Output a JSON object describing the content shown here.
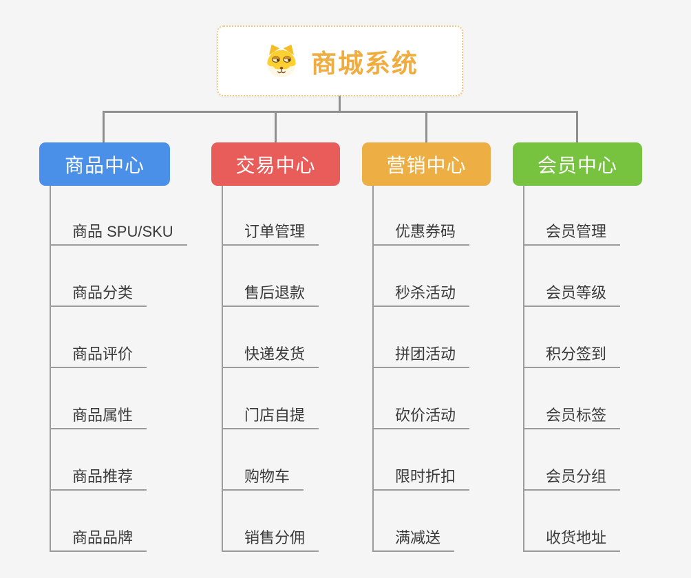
{
  "page": {
    "background": "#f5f5f6"
  },
  "root": {
    "title": "商城系统",
    "icon": "doge-icon",
    "text_color": "#efac41",
    "border_color": "#f3c77a"
  },
  "connector_color": "#8f8f8f",
  "item_line_color": "#9b9b9b",
  "item_text_color": "#3a3a3a",
  "branches": [
    {
      "label": "商品中心",
      "color": "#4b90e8",
      "children": [
        "商品 SPU/SKU",
        "商品分类",
        "商品评价",
        "商品属性",
        "商品推荐",
        "商品品牌"
      ]
    },
    {
      "label": "交易中心",
      "color": "#e85c5a",
      "children": [
        "订单管理",
        "售后退款",
        "快递发货",
        "门店自提",
        "购物车",
        "销售分佣"
      ]
    },
    {
      "label": "营销中心",
      "color": "#edaf43",
      "children": [
        "优惠券码",
        "秒杀活动",
        "拼团活动",
        "砍价活动",
        "限时折扣",
        "满减送"
      ]
    },
    {
      "label": "会员中心",
      "color": "#77c23f",
      "children": [
        "会员管理",
        "会员等级",
        "积分签到",
        "会员标签",
        "会员分组",
        "收货地址"
      ]
    }
  ]
}
